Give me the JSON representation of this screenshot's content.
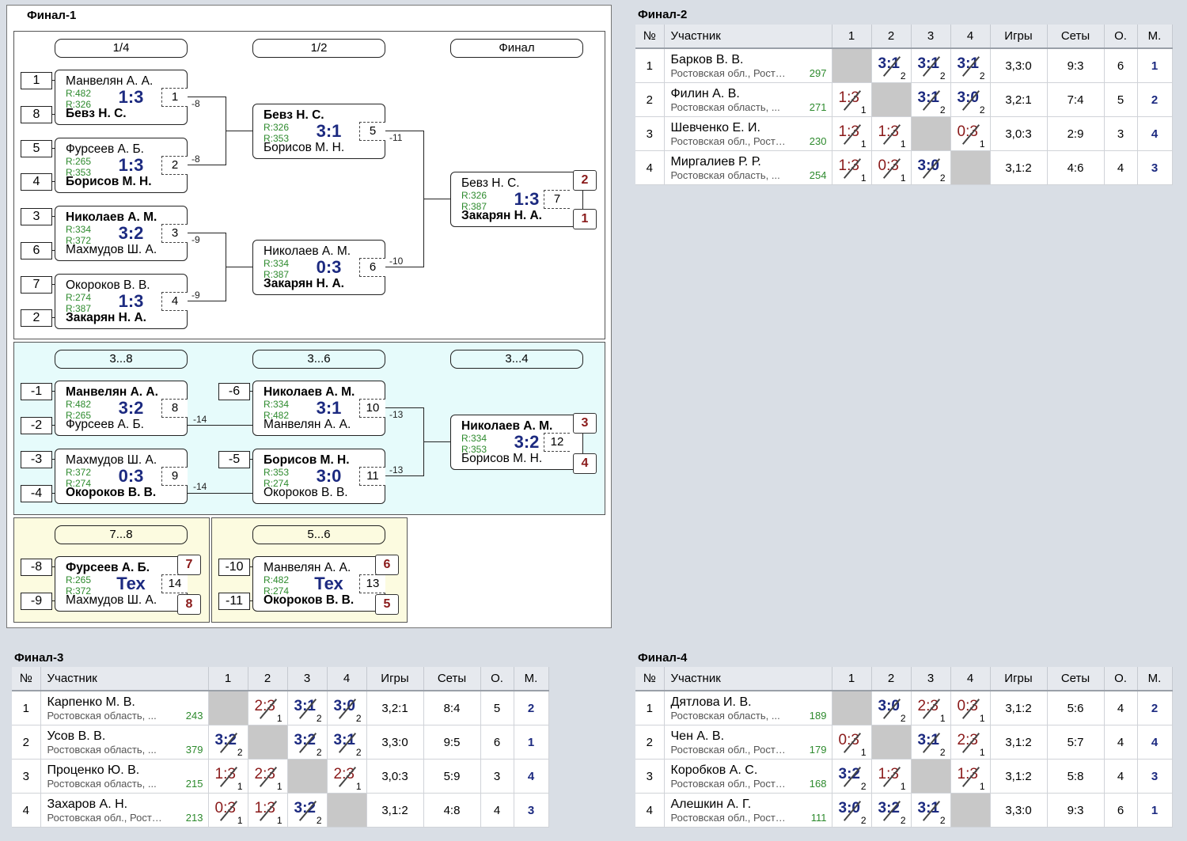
{
  "final1": {
    "title": "Финал-1",
    "stages": {
      "s14": "1/4",
      "s12": "1/2",
      "sfin": "Финал",
      "s38": "3...8",
      "s36": "3...6",
      "s34": "3...4",
      "s78": "7...8",
      "s56": "5...6"
    },
    "seeds": [
      "1",
      "8",
      "5",
      "4",
      "3",
      "6",
      "7",
      "2",
      "-1",
      "-2",
      "-3",
      "-4",
      "-6",
      "-5",
      "-8",
      "-9",
      "-10",
      "-11"
    ],
    "labels": [
      "-8",
      "-8",
      "-11",
      "-9",
      "-9",
      "-10",
      "-14",
      "-13",
      "-14",
      "-13"
    ],
    "places": [
      "2",
      "1",
      "3",
      "4",
      "7",
      "8",
      "6",
      "5"
    ],
    "matches": [
      {
        "p1": "Манвелян А. А.",
        "r1": "R:482",
        "r2": "R:326",
        "p2": "Бевз Н. С.",
        "score": "1:3",
        "num": "1"
      },
      {
        "p1": "Фурсеев А. Б.",
        "r1": "R:265",
        "r2": "R:353",
        "p2": "Борисов М. Н.",
        "score": "1:3",
        "num": "2"
      },
      {
        "p1": "Николаев А. М.",
        "r1": "R:334",
        "r2": "R:372",
        "p2": "Махмудов Ш. А.",
        "score": "3:2",
        "num": "3"
      },
      {
        "p1": "Окороков В. В.",
        "r1": "R:274",
        "r2": "R:387",
        "p2": "Закарян Н. А.",
        "score": "1:3",
        "num": "4"
      },
      {
        "p1": "Бевз Н. С.",
        "r1": "R:326",
        "r2": "R:353",
        "p2": "Борисов М. Н.",
        "score": "3:1",
        "num": "5"
      },
      {
        "p1": "Николаев А. М.",
        "r1": "R:334",
        "r2": "R:387",
        "p2": "Закарян Н. А.",
        "score": "0:3",
        "num": "6"
      },
      {
        "p1": "Бевз Н. С.",
        "r1": "R:326",
        "r2": "R:387",
        "p2": "Закарян Н. А.",
        "score": "1:3",
        "num": "7"
      },
      {
        "p1": "Манвелян А. А.",
        "r1": "R:482",
        "r2": "R:265",
        "p2": "Фурсеев А. Б.",
        "score": "3:2",
        "num": "8"
      },
      {
        "p1": "Махмудов Ш. А.",
        "r1": "R:372",
        "r2": "R:274",
        "p2": "Окороков В. В.",
        "score": "0:3",
        "num": "9"
      },
      {
        "p1": "Николаев А. М.",
        "r1": "R:334",
        "r2": "R:482",
        "p2": "Манвелян А. А.",
        "score": "3:1",
        "num": "10"
      },
      {
        "p1": "Борисов М. Н.",
        "r1": "R:353",
        "r2": "R:274",
        "p2": "Окороков В. В.",
        "score": "3:0",
        "num": "11"
      },
      {
        "p1": "Николаев А. М.",
        "r1": "R:334",
        "r2": "R:353",
        "p2": "Борисов М. Н.",
        "score": "3:2",
        "num": "12"
      },
      {
        "p1": "Фурсеев А. Б.",
        "r1": "R:265",
        "r2": "R:372",
        "p2": "Махмудов Ш. А.",
        "score": "Тех",
        "num": "14"
      },
      {
        "p1": "Манвелян А. А.",
        "r1": "R:482",
        "r2": "R:274",
        "p2": "Окороков В. В.",
        "score": "Тех",
        "num": "13"
      }
    ]
  },
  "headers": {
    "no": "№",
    "participant": "Участник",
    "c1": "1",
    "c2": "2",
    "c3": "3",
    "c4": "4",
    "games": "Игры",
    "sets": "Сеты",
    "points": "О.",
    "place": "М."
  },
  "groups": [
    {
      "title": "Финал-2",
      "rows": [
        {
          "no": "1",
          "name": "Барков В. В.",
          "region": "Ростовская обл., Рост…",
          "rating": "297",
          "cells": [
            "",
            "3:1|2",
            "3:1|2",
            "3:1|2"
          ],
          "games": "3,3:0",
          "sets": "9:3",
          "points": "6",
          "place": "1"
        },
        {
          "no": "2",
          "name": "Филин А. В.",
          "region": "Ростовская область, ...",
          "rating": "271",
          "cells": [
            "1:3|1",
            "",
            "3:1|2",
            "3:0|2"
          ],
          "games": "3,2:1",
          "sets": "7:4",
          "points": "5",
          "place": "2"
        },
        {
          "no": "3",
          "name": "Шевченко Е. И.",
          "region": "Ростовская обл., Рост…",
          "rating": "230",
          "cells": [
            "1:3|1",
            "1:3|1",
            "",
            "0:3|1"
          ],
          "games": "3,0:3",
          "sets": "2:9",
          "points": "3",
          "place": "4"
        },
        {
          "no": "4",
          "name": "Миргалиев Р. Р.",
          "region": "Ростовская область, ...",
          "rating": "254",
          "cells": [
            "1:3|1",
            "0:3|1",
            "3:0|2",
            ""
          ],
          "games": "3,1:2",
          "sets": "4:6",
          "points": "4",
          "place": "3"
        }
      ]
    },
    {
      "title": "Финал-3",
      "rows": [
        {
          "no": "1",
          "name": "Карпенко М. В.",
          "region": "Ростовская область, ...",
          "rating": "243",
          "cells": [
            "",
            "2:3|1",
            "3:1|2",
            "3:0|2"
          ],
          "games": "3,2:1",
          "sets": "8:4",
          "points": "5",
          "place": "2"
        },
        {
          "no": "2",
          "name": "Усов В. В.",
          "region": "Ростовская область, ...",
          "rating": "379",
          "cells": [
            "3:2|2",
            "",
            "3:2|2",
            "3:1|2"
          ],
          "games": "3,3:0",
          "sets": "9:5",
          "points": "6",
          "place": "1"
        },
        {
          "no": "3",
          "name": "Проценко Ю. В.",
          "region": "Ростовская область, ...",
          "rating": "215",
          "cells": [
            "1:3|1",
            "2:3|1",
            "",
            "2:3|1"
          ],
          "games": "3,0:3",
          "sets": "5:9",
          "points": "3",
          "place": "4"
        },
        {
          "no": "4",
          "name": "Захаров А. Н.",
          "region": "Ростовская обл., Рост…",
          "rating": "213",
          "cells": [
            "0:3|1",
            "1:3|1",
            "3:2|2",
            ""
          ],
          "games": "3,1:2",
          "sets": "4:8",
          "points": "4",
          "place": "3"
        }
      ]
    },
    {
      "title": "Финал-4",
      "rows": [
        {
          "no": "1",
          "name": "Дятлова И. В.",
          "region": "Ростовская область, ...",
          "rating": "189",
          "cells": [
            "",
            "3:0|2",
            "2:3|1",
            "0:3|1"
          ],
          "games": "3,1:2",
          "sets": "5:6",
          "points": "4",
          "place": "2"
        },
        {
          "no": "2",
          "name": "Чен А. В.",
          "region": "Ростовская обл., Рост…",
          "rating": "179",
          "cells": [
            "0:3|1",
            "",
            "3:1|2",
            "2:3|1"
          ],
          "games": "3,1:2",
          "sets": "5:7",
          "points": "4",
          "place": "4"
        },
        {
          "no": "3",
          "name": "Коробков А. С.",
          "region": "Ростовская обл., Рост…",
          "rating": "168",
          "cells": [
            "3:2|2",
            "1:3|1",
            "",
            "1:3|1"
          ],
          "games": "3,1:2",
          "sets": "5:8",
          "points": "4",
          "place": "3"
        },
        {
          "no": "4",
          "name": "Алешкин А. Г.",
          "region": "Ростовская обл., Рост…",
          "rating": "111",
          "cells": [
            "3:0|2",
            "3:2|2",
            "3:1|2",
            ""
          ],
          "games": "3,3:0",
          "sets": "9:3",
          "points": "6",
          "place": "1"
        }
      ]
    }
  ]
}
